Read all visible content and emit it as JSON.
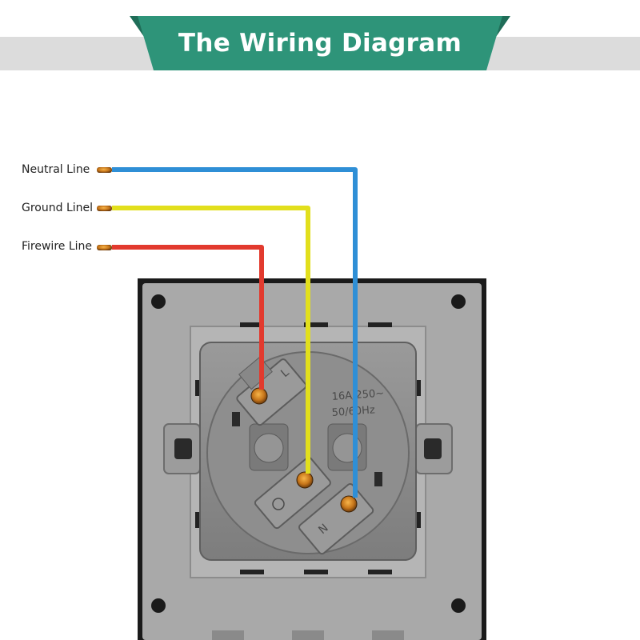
{
  "header": {
    "title": "The Wiring Diagram"
  },
  "wires": [
    {
      "label": "Neutral Line",
      "color": "#2f8fd6"
    },
    {
      "label": "Ground Linel",
      "color": "#e2df1c"
    },
    {
      "label": "Firewire Line",
      "color": "#e23a2e"
    }
  ],
  "socket": {
    "rating_line1": "16A/250~",
    "rating_line2": "50/60Hz",
    "terminal_live": "L",
    "terminal_neutral": "N"
  },
  "colors": {
    "banner": "#2e9479",
    "banner_dark": "#1f6d58",
    "banner_bar": "#dcdcdc",
    "plate": "#a9a9a9",
    "frame": "#1a1a1a",
    "housing": "#8d8d8d"
  }
}
